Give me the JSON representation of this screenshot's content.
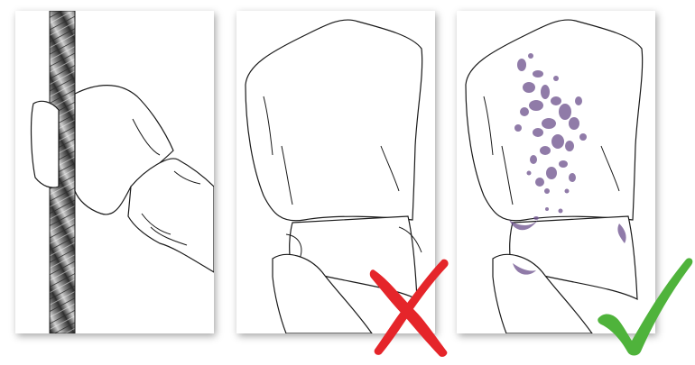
{
  "panels": [
    {
      "id": "panel-1",
      "content": "hand-gripping-wire-rope"
    },
    {
      "id": "panel-2",
      "content": "clean-glove-cuff"
    },
    {
      "id": "panel-3",
      "content": "stained-glove-cuff"
    }
  ],
  "verdicts": [
    {
      "panel": "panel-2",
      "icon": "cross-icon",
      "color": "#e5252a"
    },
    {
      "panel": "panel-3",
      "icon": "check-icon",
      "color": "#4fb33b"
    }
  ],
  "colors": {
    "line": "#1a1a1a",
    "stain": "#6b4f8c",
    "cross": "#e5252a",
    "check": "#4fb33b"
  }
}
